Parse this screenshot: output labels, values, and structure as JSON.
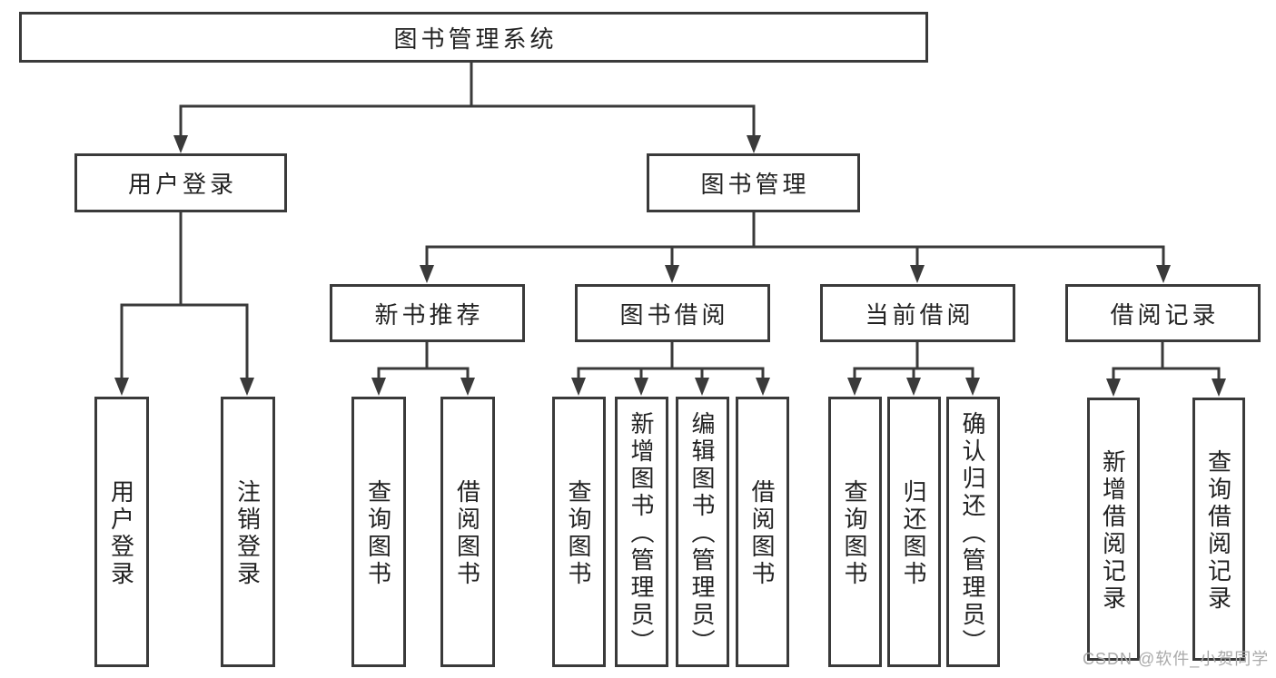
{
  "colors": {
    "line": "#3a3a3a",
    "text": "#222222",
    "background": "#ffffff",
    "watermark": "#a9a9a9"
  },
  "tree": {
    "label": "图书管理系统",
    "children": [
      {
        "label": "用户登录",
        "children": [
          {
            "label": "用户登录"
          },
          {
            "label": "注销登录"
          }
        ]
      },
      {
        "label": "图书管理",
        "children": [
          {
            "label": "新书推荐",
            "children": [
              {
                "label": "查询图书"
              },
              {
                "label": "借阅图书"
              }
            ]
          },
          {
            "label": "图书借阅",
            "children": [
              {
                "label": "查询图书"
              },
              {
                "label": "新增图书（管理员）"
              },
              {
                "label": "编辑图书（管理员）"
              },
              {
                "label": "借阅图书"
              }
            ]
          },
          {
            "label": "当前借阅",
            "children": [
              {
                "label": "查询图书"
              },
              {
                "label": "归还图书"
              },
              {
                "label": "确认归还（管理员）"
              }
            ]
          },
          {
            "label": "借阅记录",
            "children": [
              {
                "label": "新增借阅记录"
              },
              {
                "label": "查询借阅记录"
              }
            ]
          }
        ]
      }
    ]
  },
  "watermark": "CSDN @软件_小贺同学"
}
